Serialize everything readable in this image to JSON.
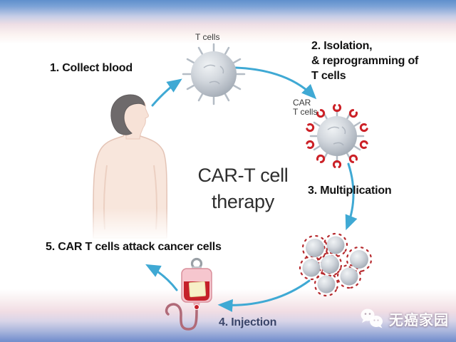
{
  "title": {
    "line1": "CAR-T cell",
    "line2": "therapy"
  },
  "steps": {
    "step1": "1. Collect blood",
    "step2": {
      "line1": "2. Isolation,",
      "line2": "& reprogramming of",
      "line3": "T cells"
    },
    "step3": "3. Multiplication",
    "step4": "4. Injection",
    "step5": "5. CAR T cells attack cancer cells"
  },
  "cell_labels": {
    "t_cell": "T cells",
    "car_t_cell": {
      "line1": "CAR",
      "line2": "T cells"
    }
  },
  "watermark": {
    "text": "无癌家园"
  },
  "colors": {
    "arrow_teal": "#3fa9d4",
    "receptor_red": "#cc2127",
    "blood_bag_red": "#c5202a",
    "blood_bag_pink": "#f6c6ce",
    "injection_label_blue": "#3a4569",
    "cell_gray": "#c2c9d1",
    "skin": "#f8e6dc",
    "hair": "#6e6a6b",
    "top_band_blue": "#5f90cc",
    "bottom_band_blue": "#7390cb"
  }
}
